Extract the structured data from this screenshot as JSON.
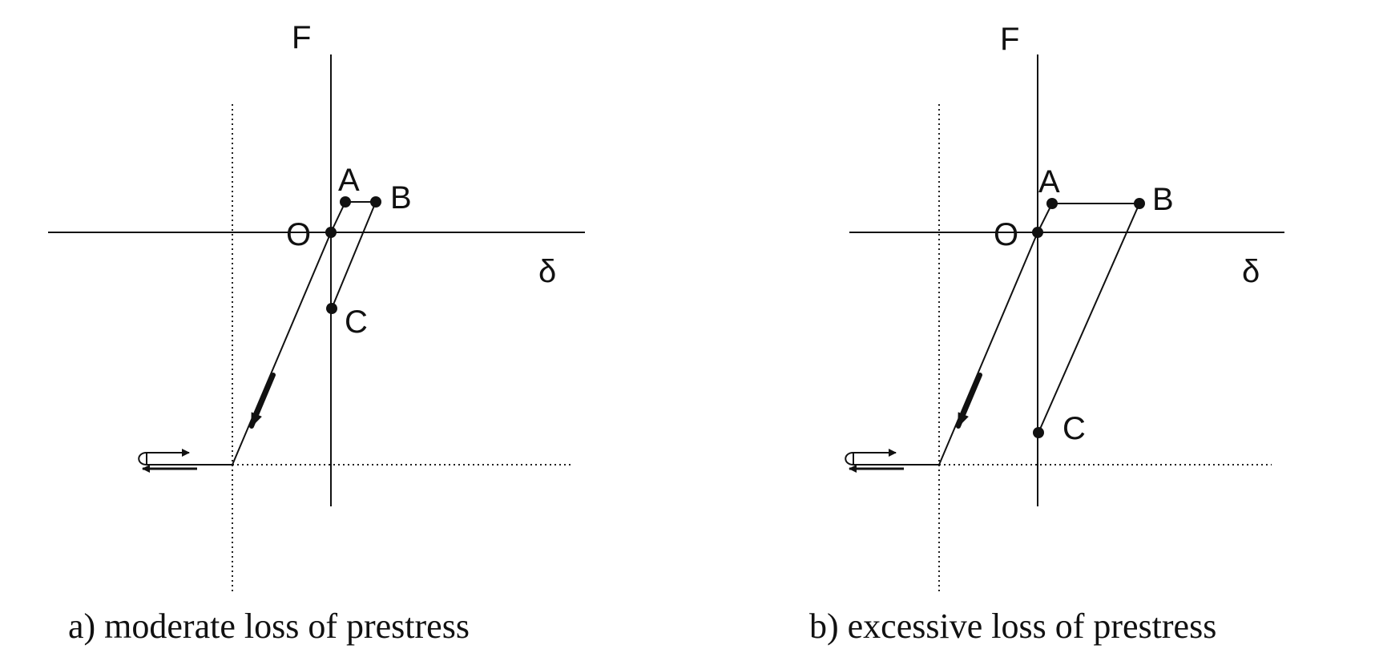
{
  "panels": [
    {
      "id": "a",
      "caption": "a) moderate loss of prestress",
      "axis_x_label": "δ",
      "axis_y_label": "F",
      "point_labels": {
        "O": "O",
        "A": "A",
        "B": "B",
        "C": "C"
      }
    },
    {
      "id": "b",
      "caption": "b) excessive loss of prestress",
      "axis_x_label": "δ",
      "axis_y_label": "F",
      "point_labels": {
        "O": "O",
        "A": "A",
        "B": "B",
        "C": "C"
      }
    }
  ]
}
